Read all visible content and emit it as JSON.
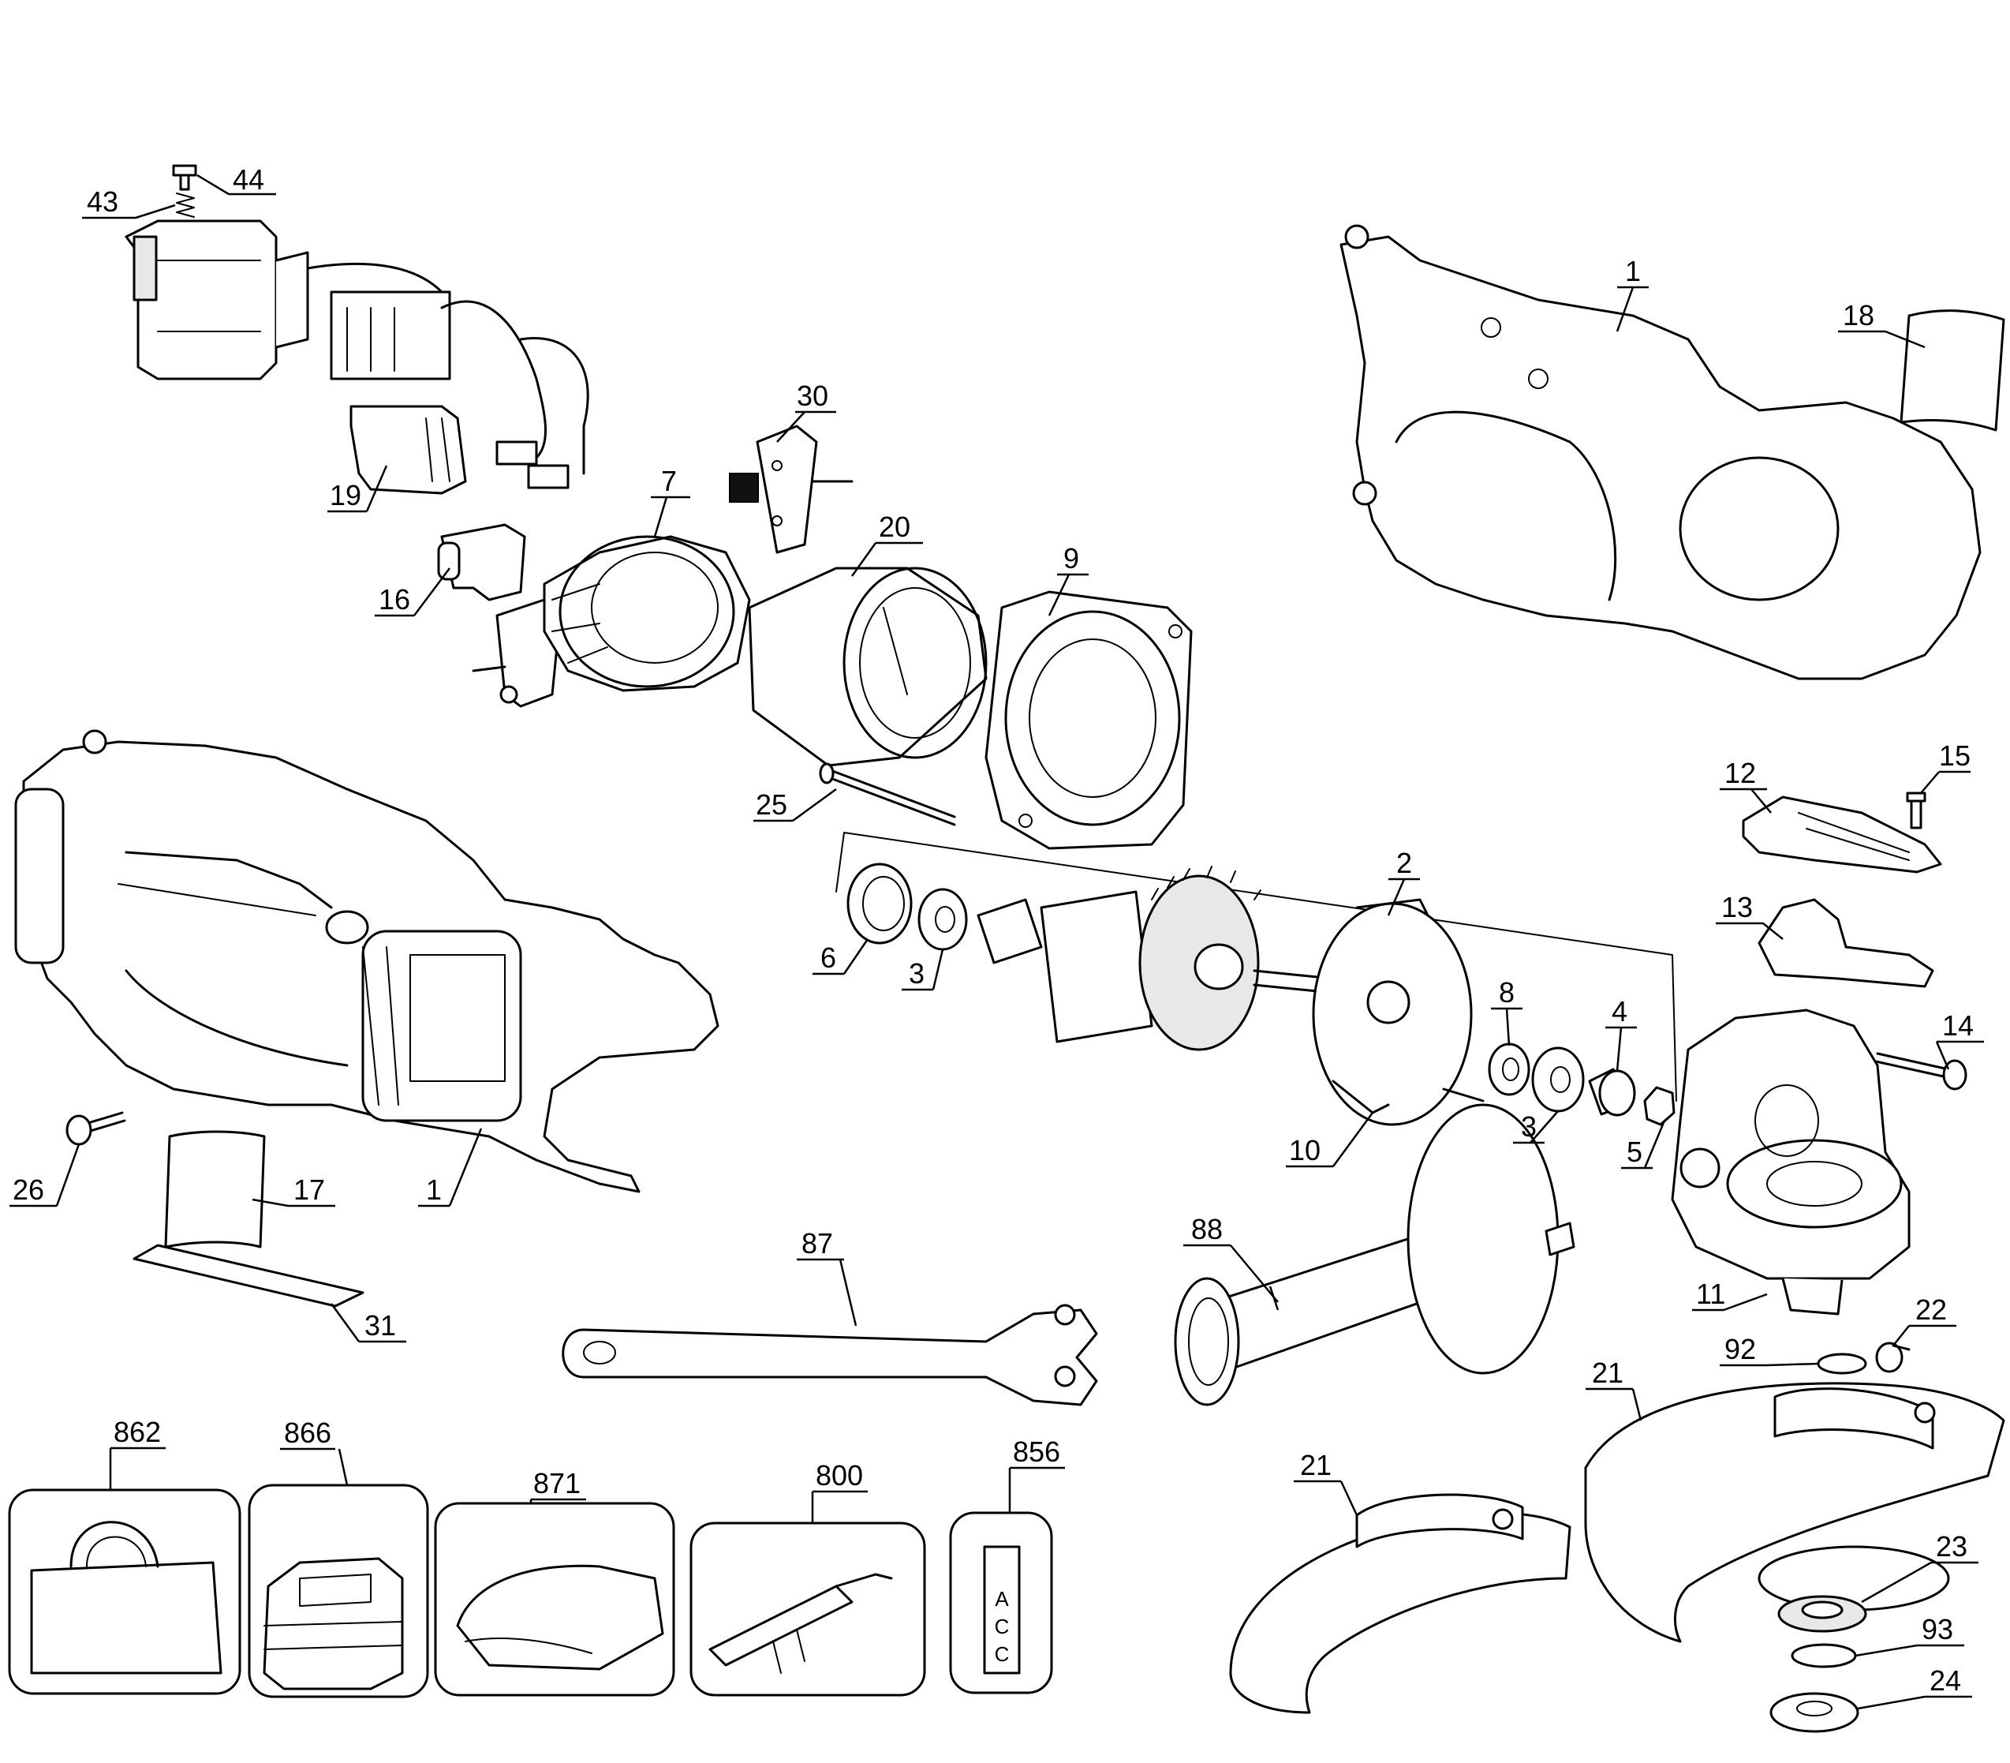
{
  "callouts": {
    "c43": "43",
    "c44": "44",
    "c1_top": "1",
    "c18": "18",
    "c30": "30",
    "c19": "19",
    "c7": "7",
    "c20": "20",
    "c9": "9",
    "c16": "16",
    "c25": "25",
    "c15": "15",
    "c12": "12",
    "c2": "2",
    "c13": "13",
    "c6": "6",
    "c3_left": "3",
    "c8": "8",
    "c4": "4",
    "c14": "14",
    "c3_right": "3",
    "c10": "10",
    "c5": "5",
    "c26": "26",
    "c17": "17",
    "c1_bottom": "1",
    "c88": "88",
    "c87": "87",
    "c11": "11",
    "c22": "22",
    "c92": "92",
    "c31": "31",
    "c21_right": "21",
    "c862": "862",
    "c866": "866",
    "c871": "871",
    "c800": "800",
    "c856": "856",
    "c21_left": "21",
    "c23": "23",
    "c93": "93",
    "c24": "24"
  },
  "label_856": {
    "l1": "A",
    "l2": "C",
    "l3": "C"
  }
}
